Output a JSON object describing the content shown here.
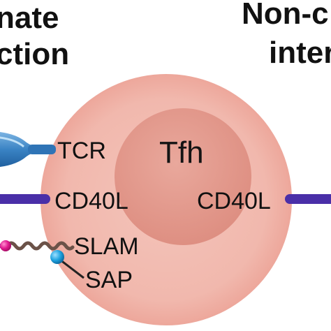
{
  "headers": {
    "left_line1": "nate",
    "left_line2": "ction",
    "right_line1": "Non-c",
    "right_line2": "inter"
  },
  "cell": {
    "name": "Tfh"
  },
  "labels": {
    "tcr": "TCR",
    "cd40l_left": "CD40L",
    "cd40l_right": "CD40L",
    "slam": "SLAM",
    "sap": "SAP"
  },
  "colors": {
    "cell_outer": "#f3bcb2",
    "cell_inner": "#e59d91",
    "tcr_blue": "#3d86c6",
    "cd40l_purple": "#4a2fa8",
    "slam_magenta": "#e01990",
    "sap_cyan": "#1fa3e0",
    "slam_chain": "#6b5248"
  }
}
